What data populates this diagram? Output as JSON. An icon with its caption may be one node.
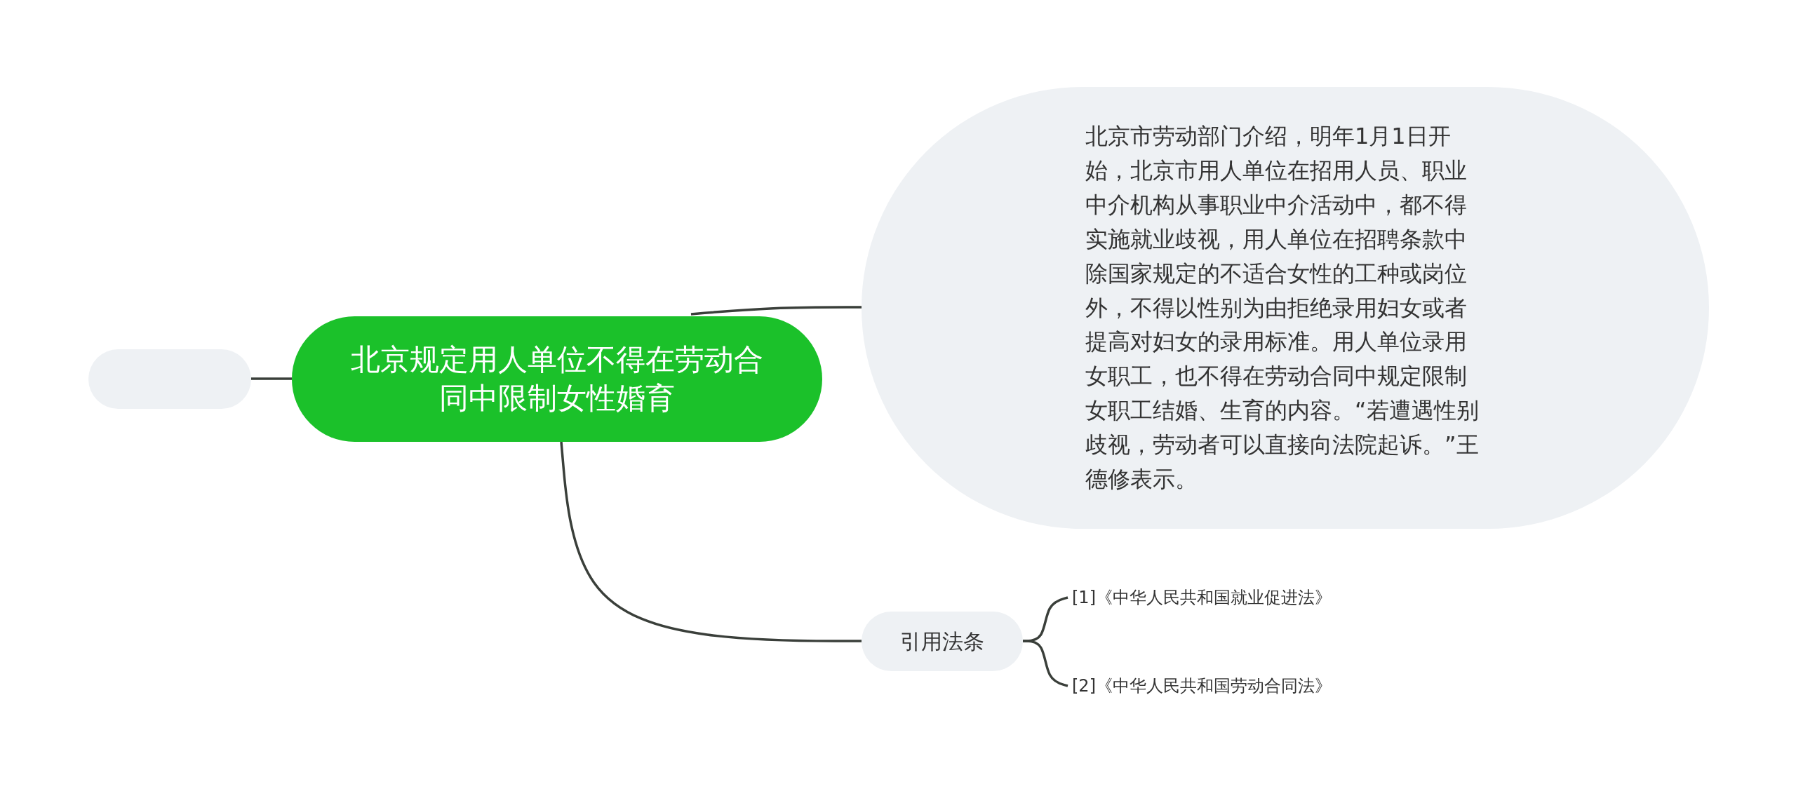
{
  "diagram": {
    "nodes": [
      {
        "text": [
          "北京规定用人单位不得在劳动合同中限制女性婚育"
        ]
      },
      {
        "text": [],
        "shape": "box"
      },
      {
        "text": [
          "北京市劳动部门介绍，明年1月1日开始，北京市用人单位在招用人员、职业中介机构从事职业中介活动中，都不得实施就业歧视，用人单位在招聘条款中除国家规定的不适合女性的工种或岗位外，不得以性别为由拒绝录用妇女或者提高对妇女的录用标准。用人单位录用女职工，也不得在劳动合同中规定限制女职工结婚、生育的内容。“若遭遇性别歧视，劳动者可以直接向法院起诉。”王德修表示。"
        ]
      },
      {
        "text": [
          "引用法条"
        ]
      },
      {
        "text": [
          "[1]《中华人民共和国就业促进法》"
        ]
      },
      {
        "text": [
          "[2]《中华人民共和国劳动合同法》"
        ]
      }
    ],
    "edges": [
      {
        "from": 0,
        "to": 1,
        "arrow": "none"
      },
      {
        "from": 0,
        "to": 2,
        "arrow": "none"
      },
      {
        "from": 0,
        "to": 3,
        "arrow": "none"
      },
      {
        "from": 3,
        "to": 4,
        "arrow": "none"
      },
      {
        "from": 3,
        "to": 5,
        "arrow": "none"
      }
    ]
  }
}
